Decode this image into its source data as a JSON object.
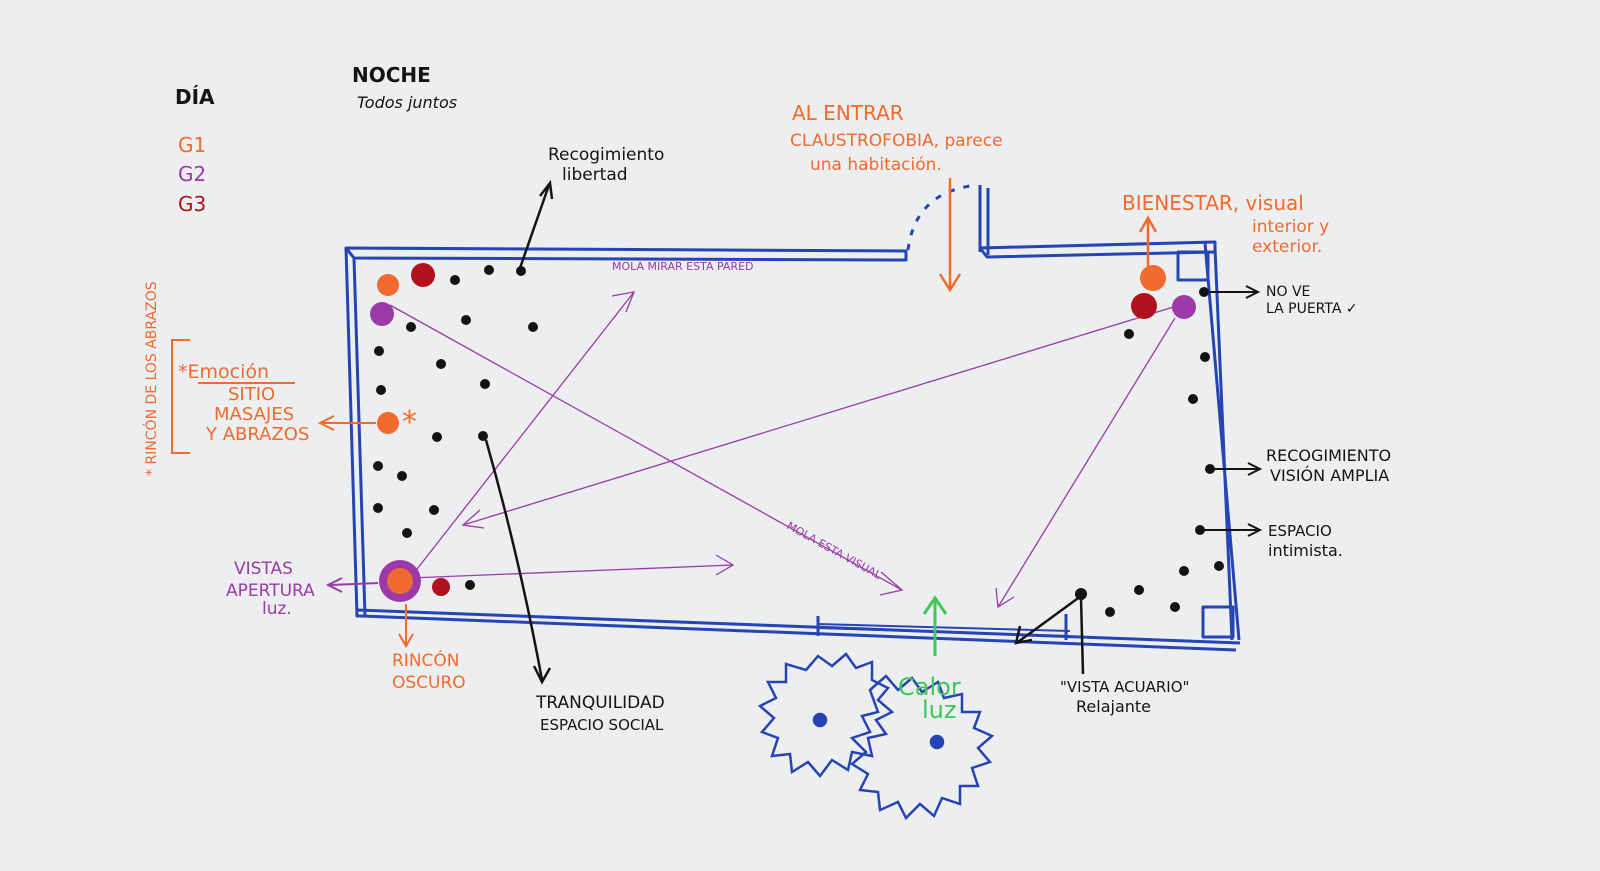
{
  "colors": {
    "paper": "#eceeef",
    "blue": "#2744b5",
    "orange": "#f26a2e",
    "purple": "#9b3aa8",
    "red": "#b0131d",
    "black": "#141414",
    "green": "#3cc85a"
  },
  "legend": {
    "dia": "DÍA",
    "noche": "NOCHE",
    "noche_sub": "Todos juntos",
    "g1": "G1",
    "g2": "G2",
    "g3": "G3"
  },
  "notes": {
    "recogimiento_top": [
      "Recogimiento",
      "libertad"
    ],
    "al_entrar": [
      "AL ENTRAR",
      "CLAUSTROFOBIA, parece",
      "una habitación."
    ],
    "bienestar": [
      "BIENESTAR, visual",
      "interior y",
      "exterior."
    ],
    "no_ve": [
      "NO VE",
      "LA PUERTA ✓"
    ],
    "recogimiento_right": [
      "RECOGIMIENTO",
      "VISIÓN AMPLIA"
    ],
    "espacio_intimista": [
      "ESPACIO",
      "intimista."
    ],
    "vista_acuario": [
      "\"VISTA ACUARIO\"",
      "Relajante"
    ],
    "calor_luz": [
      "Calor",
      "luz"
    ],
    "tranquilidad": [
      "TRANQUILIDAD",
      "ESPACIO SOCIAL"
    ],
    "rincon_oscuro": [
      "RINCÓN",
      "OSCURO"
    ],
    "vistas": [
      "VISTAS",
      "APERTURA",
      "luz."
    ],
    "emocion": "*Emoción",
    "sitio": [
      "SITIO",
      "MASAJES",
      "Y ABRAZOS"
    ],
    "rincon_abrazos": "* RINCÓN DE LOS ABRAZOS",
    "mola_pared": "MOLA MIRAR ESTA PARED",
    "mola_visual": "MOLA ESTA VISUAL"
  }
}
